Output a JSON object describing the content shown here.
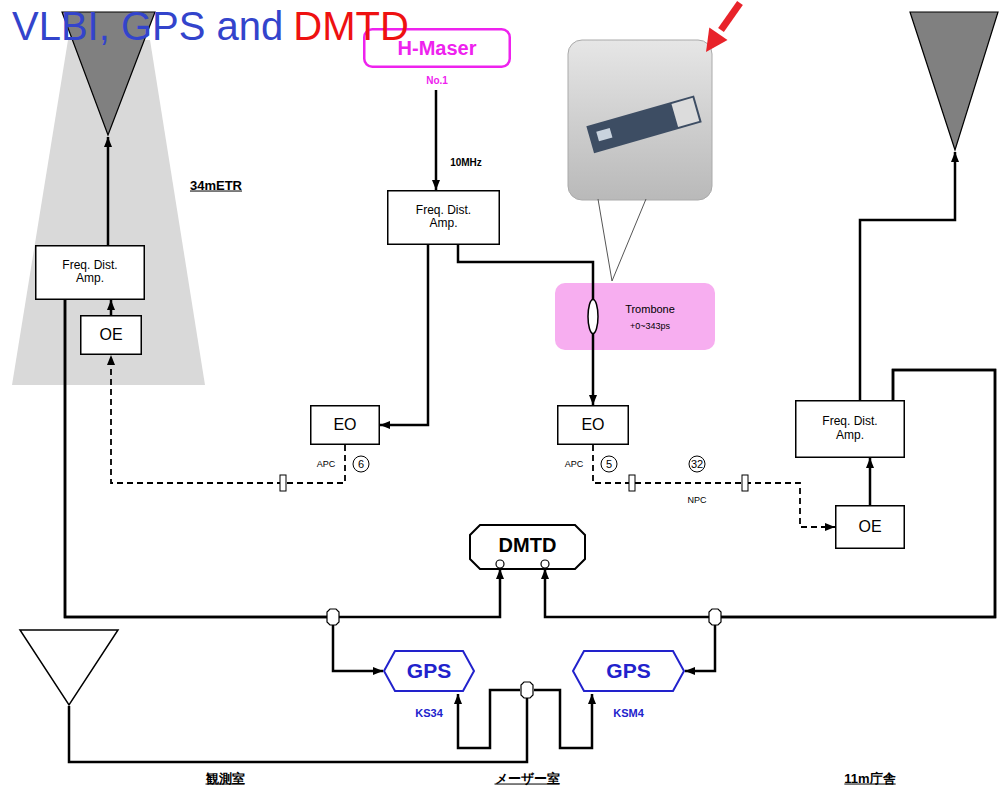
{
  "diagram": {
    "title": "VLBI, GPS and",
    "nodes": [
      {
        "text": [
          "H-Maser",
          "No.1"
        ]
      },
      {
        "text": [
          "34mETR"
        ]
      },
      {
        "text": [
          "Freq. Dist. Amp."
        ],
        "in": 1
      },
      {
        "text": [
          "OE"
        ],
        "in": 1
      },
      {
        "text": [
          "Freq. Dist. Amp."
        ]
      },
      {
        "text": [
          "Trombone",
          "+0~343ps"
        ]
      },
      {
        "text": [
          "EO"
        ]
      },
      {
        "text": [
          "EO"
        ]
      },
      {
        "text": [
          "Freq. Dist. Amp."
        ]
      },
      {
        "text": [
          "OE"
        ]
      },
      {
        "text": [
          "DMTD"
        ]
      },
      {
        "text": [
          "GPS",
          "KS34"
        ]
      },
      {
        "text": [
          "GPS",
          "KSM4"
        ]
      }
    ],
    "edges": [
      {
        "from": 0,
        "to": 4,
        "arrow": "to",
        "label": "10MHz"
      },
      {
        "from": 4,
        "to": 6,
        "arrow": "to"
      },
      {
        "from": 4,
        "to": 5,
        "arrow": "none"
      },
      {
        "from": 5,
        "to": 7,
        "arrow": "to"
      },
      {
        "from": 6,
        "to": 3,
        "arrow": "to"
      },
      {
        "from": 7,
        "to": 9,
        "arrow": "to"
      },
      {
        "from": 3,
        "to": 2,
        "arrow": "to"
      },
      {
        "from": 9,
        "to": 8,
        "arrow": "to"
      },
      {
        "from": 2,
        "to": 10,
        "arrow": "to"
      },
      {
        "from": 2,
        "to": 11,
        "arrow": "to"
      },
      {
        "from": 8,
        "to": 10,
        "arrow": "to"
      },
      {
        "from": 8,
        "to": 12,
        "arrow": "to"
      }
    ],
    "labels": [
      "DMTD",
      "APC",
      "6",
      "APC",
      "5",
      "32",
      "NPC",
      "観測室",
      "メーザー室",
      "11m庁舎"
    ]
  }
}
